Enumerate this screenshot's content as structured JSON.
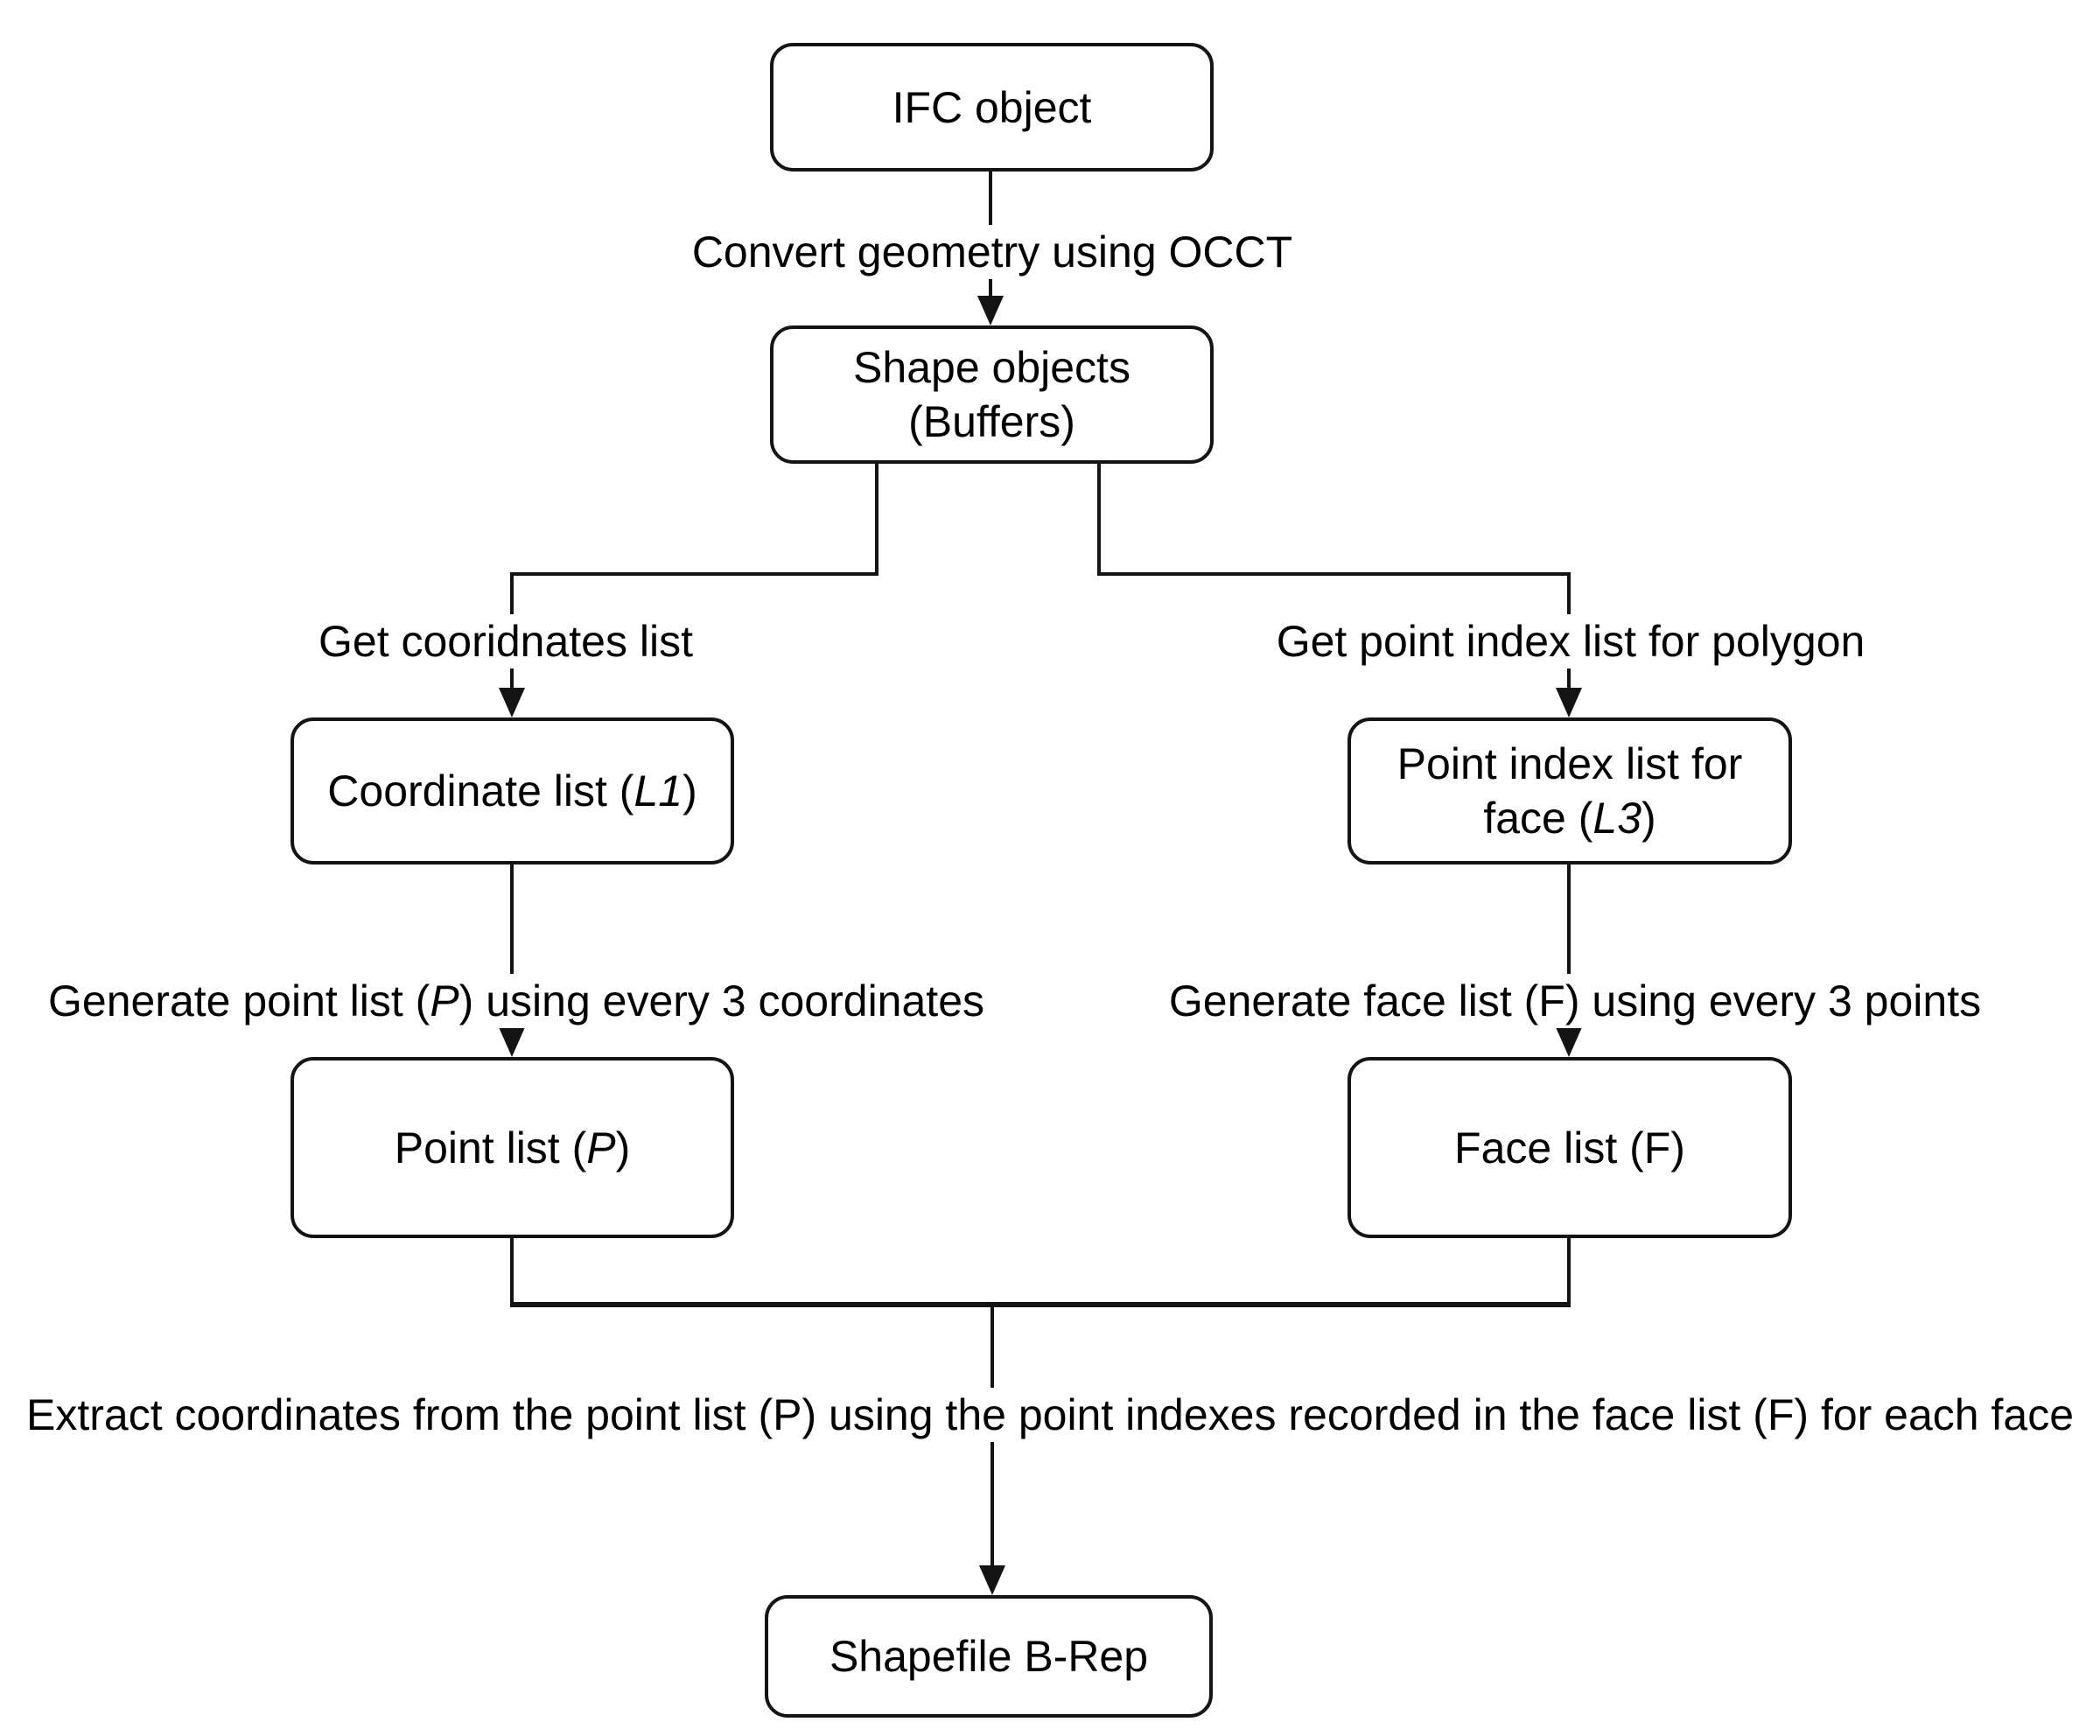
{
  "diagram": {
    "background_color": "#ffffff",
    "stroke_color": "#141414",
    "nodes": {
      "ifc_object": {
        "label": "IFC object"
      },
      "shape_objects": {
        "line1": "Shape objects",
        "line2": "(Buffers)"
      },
      "coordinate_list": {
        "pre": "Coordinate list (",
        "em": "L1",
        "post": ")"
      },
      "point_index_list": {
        "line1": "Point index list for",
        "line2_pre": "face (",
        "line2_em": "L3",
        "line2_post": ")"
      },
      "point_list": {
        "pre": "Point list (",
        "em": "P",
        "post": ")"
      },
      "face_list": {
        "label": "Face list (F)"
      },
      "shapefile_brep": {
        "label": "Shapefile B-Rep"
      }
    },
    "edge_labels": {
      "convert": "Convert geometry using OCCT",
      "get_coordinates": "Get cooridnates list",
      "get_point_index": "Get point index list for polygon",
      "generate_point_list": {
        "pre": "Generate point list (",
        "em": "P",
        "post": ") using every 3 coordinates"
      },
      "generate_face_list": "Generate face list (F) using every 3 points",
      "extract": "Extract coordinates from the point list (P) using the point indexes recorded in the face list (F) for each face"
    }
  }
}
